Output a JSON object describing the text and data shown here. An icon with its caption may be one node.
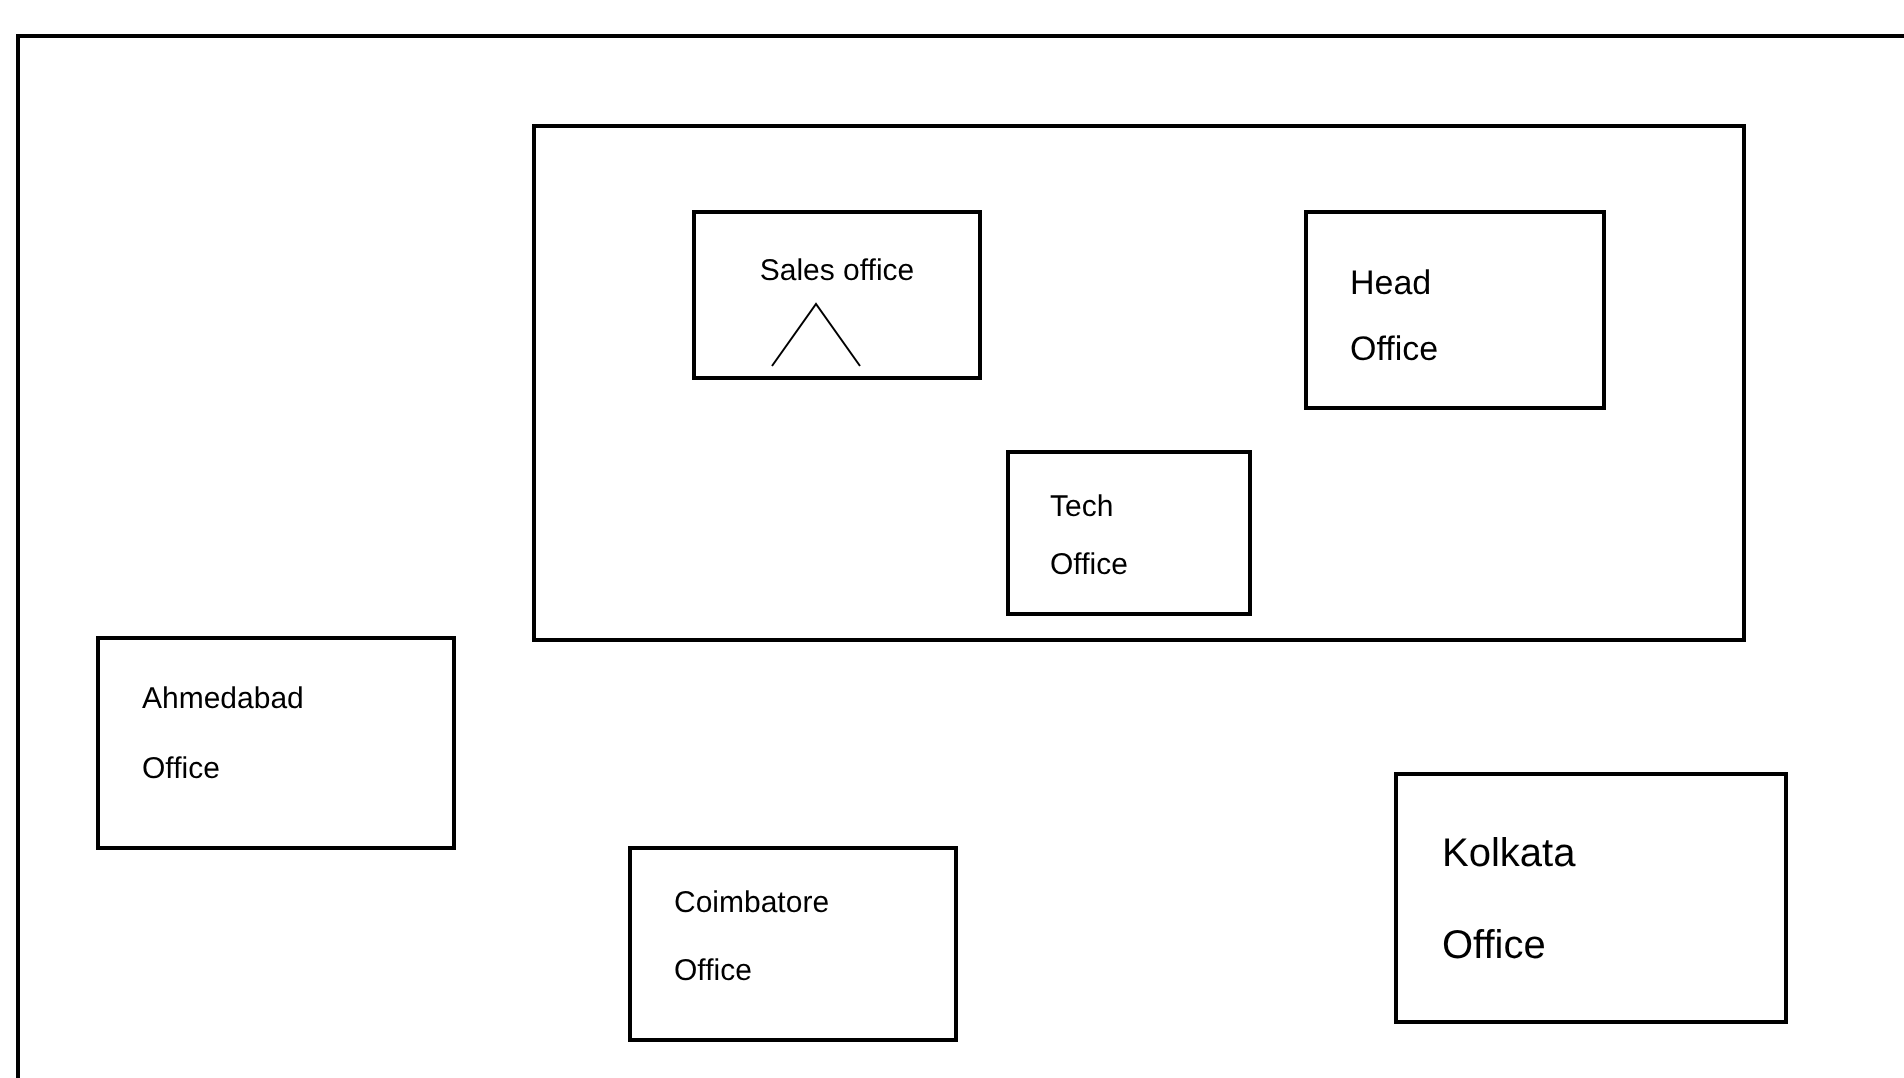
{
  "diagram": {
    "nodes": [
      {
        "text": [],
        "shape": "box"
      },
      {
        "text": [
          "Sales office"
        ],
        "in": 0
      },
      {
        "text": [
          "Head Office"
        ],
        "in": 0
      },
      {
        "text": [
          "Tech Office"
        ],
        "in": 0
      },
      {
        "text": [
          "Ahmedabad Office"
        ]
      },
      {
        "text": [
          "Coimbatore Office"
        ]
      },
      {
        "text": [
          "Kolkata Office"
        ]
      }
    ]
  }
}
